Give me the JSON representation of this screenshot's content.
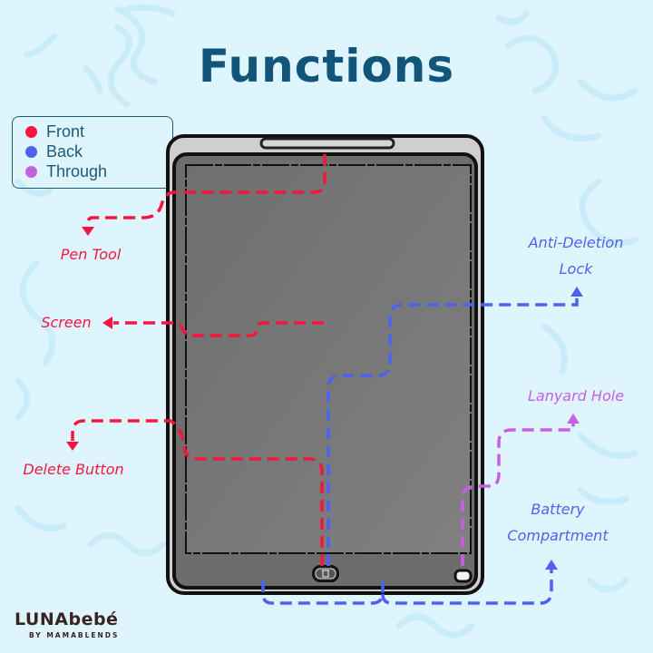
{
  "title": "Functions",
  "legend": {
    "items": [
      {
        "label": "Front",
        "color": "#f5163f"
      },
      {
        "label": "Back",
        "color": "#4d63f0"
      },
      {
        "label": "Through",
        "color": "#c561e0"
      }
    ]
  },
  "callouts": {
    "pen_tool": {
      "label": "Pen Tool",
      "type": "Front",
      "color": "#f5163f"
    },
    "screen": {
      "label": "Screen",
      "type": "Front",
      "color": "#f5163f"
    },
    "delete_button": {
      "label": "Delete Button",
      "type": "Front",
      "color": "#f5163f"
    },
    "anti_deletion_lock": {
      "line1": "Anti-Deletion",
      "line2": "Lock",
      "type": "Back",
      "color": "#4d63f0"
    },
    "lanyard_hole": {
      "label": "Lanyard Hole",
      "type": "Through",
      "color": "#c561e0"
    },
    "battery_compartment": {
      "line1": "Battery",
      "line2": "Compartment",
      "type": "Back",
      "color": "#4d63f0"
    }
  },
  "device": {
    "delete_button_icon": "trash-icon"
  },
  "brand": {
    "name": "LUNAbebé",
    "tagline": "BY MAMABLENDS"
  },
  "colors": {
    "background": "#dff5fd",
    "title": "#11567a",
    "front": "#f5163f",
    "back": "#4d63f0",
    "through": "#c561e0",
    "screen": "#777777",
    "frame": "#c9c9c9"
  }
}
